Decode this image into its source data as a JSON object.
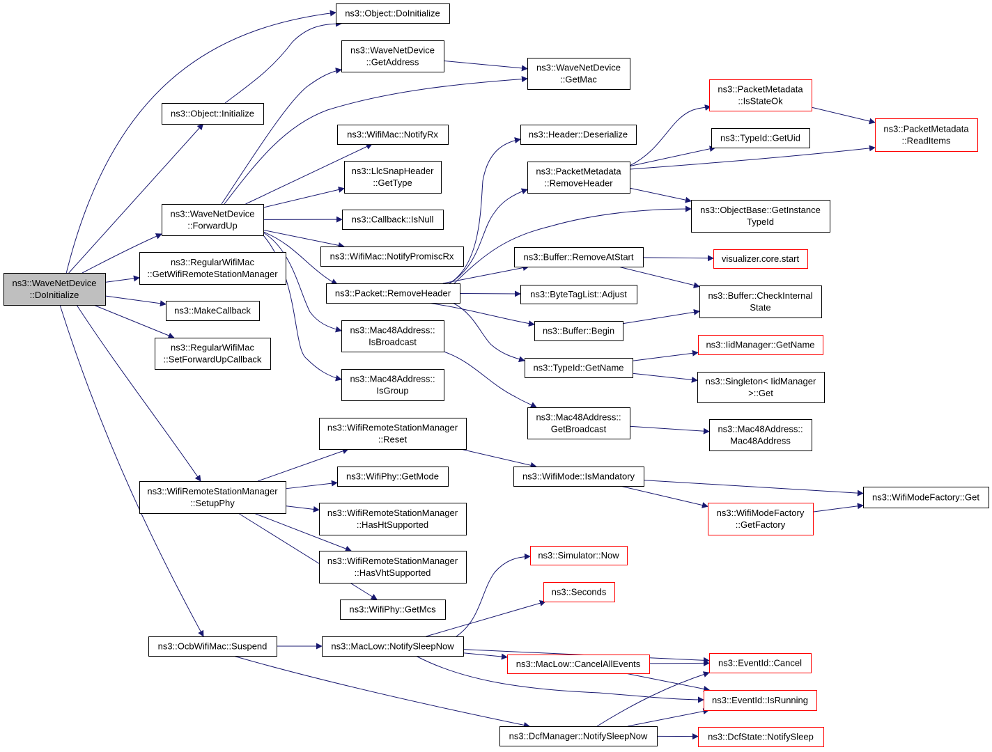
{
  "nodes": {
    "root": [
      "ns3::WaveNetDevice",
      "::DoInitialize"
    ],
    "obj_doinit": [
      "ns3::Object::DoInitialize"
    ],
    "obj_init": [
      "ns3::Object::Initialize"
    ],
    "wnd_getaddr": [
      "ns3::WaveNetDevice",
      "::GetAddress"
    ],
    "wnd_getmac": [
      "ns3::WaveNetDevice",
      "::GetMac"
    ],
    "wnd_fwdup": [
      "ns3::WaveNetDevice",
      "::ForwardUp"
    ],
    "wm_notifyrx": [
      "ns3::WifiMac::NotifyRx"
    ],
    "llc_gettype": [
      "ns3::LlcSnapHeader",
      "::GetType"
    ],
    "cb_isnull": [
      "ns3::Callback::IsNull"
    ],
    "wm_notifyprom": [
      "ns3::WifiMac::NotifyPromiscRx"
    ],
    "pkt_remhdr": [
      "ns3::Packet::RemoveHeader"
    ],
    "mac_isbcast": [
      "ns3::Mac48Address::",
      "IsBroadcast"
    ],
    "mac_isgroup": [
      "ns3::Mac48Address::",
      "IsGroup"
    ],
    "rwm_getwrsm": [
      "ns3::RegularWifiMac",
      "::GetWifiRemoteStationManager"
    ],
    "makecb": [
      "ns3::MakeCallback"
    ],
    "rwm_setfwd": [
      "ns3::RegularWifiMac",
      "::SetForwardUpCallback"
    ],
    "hdr_deser": [
      "ns3::Header::Deserialize"
    ],
    "pm_remhdr": [
      "ns3::PacketMetadata",
      "::RemoveHeader"
    ],
    "pm_isok": [
      "ns3::PacketMetadata",
      "::IsStateOk"
    ],
    "tid_getuid": [
      "ns3::TypeId::GetUid"
    ],
    "pm_readitems": [
      "ns3::PacketMetadata",
      "::ReadItems"
    ],
    "ob_getinst": [
      "ns3::ObjectBase::GetInstance",
      "TypeId"
    ],
    "buf_remstart": [
      "ns3::Buffer::RemoveAtStart"
    ],
    "vis_start": [
      "visualizer.core.start"
    ],
    "btl_adjust": [
      "ns3::ByteTagList::Adjust"
    ],
    "buf_check": [
      "ns3::Buffer::CheckInternal",
      "State"
    ],
    "buf_begin": [
      "ns3::Buffer::Begin"
    ],
    "tid_getname": [
      "ns3::TypeId::GetName"
    ],
    "iid_getname": [
      "ns3::IidManager::GetName"
    ],
    "singleton": [
      "ns3::Singleton< IidManager",
      ">::Get"
    ],
    "mac_getbcast": [
      "ns3::Mac48Address::",
      "GetBroadcast"
    ],
    "mac_ctor": [
      "ns3::Mac48Address::",
      "Mac48Address"
    ],
    "wrsm_reset": [
      "ns3::WifiRemoteStationManager",
      "::Reset"
    ],
    "wrsm_setup": [
      "ns3::WifiRemoteStationManager",
      "::SetupPhy"
    ],
    "phy_getmode": [
      "ns3::WifiPhy::GetMode"
    ],
    "wrsm_ht": [
      "ns3::WifiRemoteStationManager",
      "::HasHtSupported"
    ],
    "wrsm_vht": [
      "ns3::WifiRemoteStationManager",
      "::HasVhtSupported"
    ],
    "phy_getmcs": [
      "ns3::WifiPhy::GetMcs"
    ],
    "wmode_ismand": [
      "ns3::WifiMode::IsMandatory"
    ],
    "wmf_getfact": [
      "ns3::WifiModeFactory",
      "::GetFactory"
    ],
    "wmf_get": [
      "ns3::WifiModeFactory::Get"
    ],
    "sim_now": [
      "ns3::Simulator::Now"
    ],
    "seconds": [
      "ns3::Seconds"
    ],
    "ocb_suspend": [
      "ns3::OcbWifiMac::Suspend"
    ],
    "ml_notifysleep": [
      "ns3::MacLow::NotifySleepNow"
    ],
    "ml_cancelall": [
      "ns3::MacLow::CancelAllEvents"
    ],
    "ev_cancel": [
      "ns3::EventId::Cancel"
    ],
    "ev_isrunning": [
      "ns3::EventId::IsRunning"
    ],
    "dcf_notifysleep": [
      "ns3::DcfManager::NotifySleepNow"
    ],
    "dcfstate_sleep": [
      "ns3::DcfState::NotifySleep"
    ]
  },
  "incomplete_nodes": [
    "pm_isok",
    "pm_readitems",
    "vis_start",
    "iid_getname",
    "wmf_getfact",
    "sim_now",
    "seconds",
    "ml_cancelall",
    "ev_cancel",
    "ev_isrunning",
    "dcfstate_sleep"
  ],
  "root_node": "root",
  "edges": [
    [
      "root",
      "obj_doinit"
    ],
    [
      "root",
      "obj_init"
    ],
    [
      "root",
      "wnd_fwdup"
    ],
    [
      "root",
      "rwm_getwrsm"
    ],
    [
      "root",
      "makecb"
    ],
    [
      "root",
      "rwm_setfwd"
    ],
    [
      "root",
      "wrsm_setup"
    ],
    [
      "root",
      "ocb_suspend"
    ],
    [
      "obj_init",
      "obj_doinit"
    ],
    [
      "wnd_fwdup",
      "wnd_getaddr"
    ],
    [
      "wnd_fwdup",
      "wnd_getmac"
    ],
    [
      "wnd_fwdup",
      "wm_notifyrx"
    ],
    [
      "wnd_fwdup",
      "llc_gettype"
    ],
    [
      "wnd_fwdup",
      "cb_isnull"
    ],
    [
      "wnd_fwdup",
      "wm_notifyprom"
    ],
    [
      "wnd_fwdup",
      "pkt_remhdr"
    ],
    [
      "wnd_fwdup",
      "mac_isbcast"
    ],
    [
      "wnd_fwdup",
      "mac_isgroup"
    ],
    [
      "wnd_getaddr",
      "wnd_getmac"
    ],
    [
      "pkt_remhdr",
      "hdr_deser"
    ],
    [
      "pkt_remhdr",
      "pm_remhdr"
    ],
    [
      "pkt_remhdr",
      "ob_getinst"
    ],
    [
      "pkt_remhdr",
      "buf_remstart"
    ],
    [
      "pkt_remhdr",
      "btl_adjust"
    ],
    [
      "pkt_remhdr",
      "buf_begin"
    ],
    [
      "pkt_remhdr",
      "tid_getname"
    ],
    [
      "pm_remhdr",
      "pm_isok"
    ],
    [
      "pm_remhdr",
      "tid_getuid"
    ],
    [
      "pm_remhdr",
      "pm_readitems"
    ],
    [
      "pm_remhdr",
      "ob_getinst"
    ],
    [
      "pm_isok",
      "pm_readitems"
    ],
    [
      "buf_remstart",
      "vis_start"
    ],
    [
      "buf_remstart",
      "buf_check"
    ],
    [
      "buf_begin",
      "buf_check"
    ],
    [
      "tid_getname",
      "iid_getname"
    ],
    [
      "tid_getname",
      "singleton"
    ],
    [
      "mac_isbcast",
      "mac_getbcast"
    ],
    [
      "mac_getbcast",
      "mac_ctor"
    ],
    [
      "wrsm_setup",
      "wrsm_reset"
    ],
    [
      "wrsm_setup",
      "phy_getmode"
    ],
    [
      "wrsm_setup",
      "wrsm_ht"
    ],
    [
      "wrsm_setup",
      "wrsm_vht"
    ],
    [
      "wrsm_setup",
      "phy_getmcs"
    ],
    [
      "wrsm_reset",
      "wmode_ismand"
    ],
    [
      "wmode_ismand",
      "wmf_get"
    ],
    [
      "wmode_ismand",
      "wmf_getfact"
    ],
    [
      "wmf_getfact",
      "wmf_get"
    ],
    [
      "ocb_suspend",
      "ml_notifysleep"
    ],
    [
      "ocb_suspend",
      "dcf_notifysleep"
    ],
    [
      "ml_notifysleep",
      "sim_now"
    ],
    [
      "ml_notifysleep",
      "seconds"
    ],
    [
      "ml_notifysleep",
      "ev_cancel"
    ],
    [
      "ml_notifysleep",
      "ml_cancelall"
    ],
    [
      "ml_notifysleep",
      "ev_isrunning"
    ],
    [
      "ml_cancelall",
      "ev_cancel"
    ],
    [
      "ml_cancelall",
      "ev_isrunning"
    ],
    [
      "dcf_notifysleep",
      "ev_cancel"
    ],
    [
      "dcf_notifysleep",
      "ev_isrunning"
    ],
    [
      "dcf_notifysleep",
      "dcfstate_sleep"
    ]
  ]
}
